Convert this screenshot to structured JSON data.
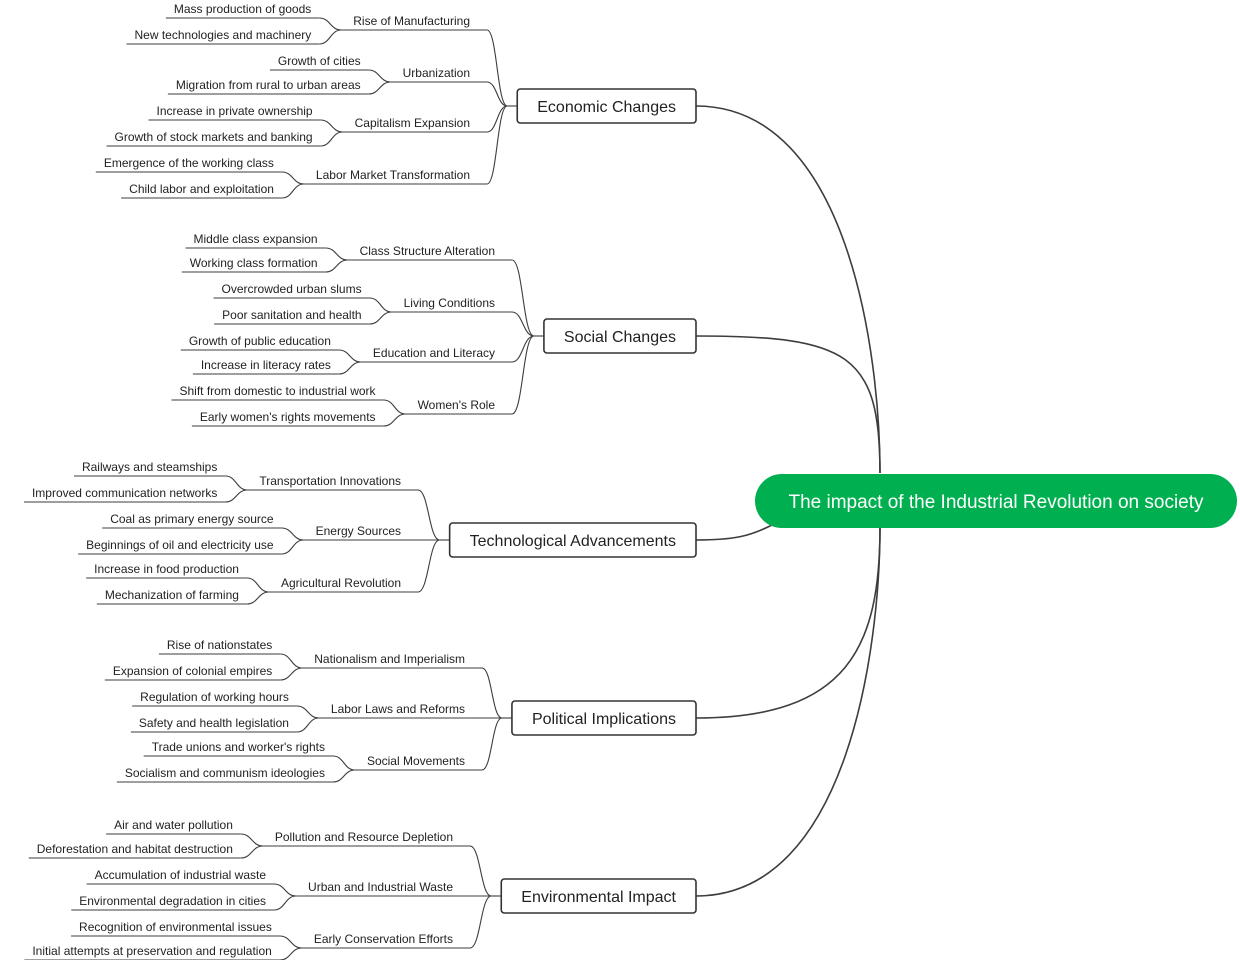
{
  "root": {
    "label": "The impact of the Industrial Revolution on society",
    "color": "#00b050"
  },
  "branches": [
    {
      "label": "Economic Changes",
      "children": [
        {
          "label": "Rise of Manufacturing",
          "children": [
            "Mass production of goods",
            "New technologies and machinery"
          ]
        },
        {
          "label": "Urbanization",
          "children": [
            "Growth of cities",
            "Migration from rural to urban areas"
          ]
        },
        {
          "label": "Capitalism Expansion",
          "children": [
            "Increase in private ownership",
            "Growth of stock markets and banking"
          ]
        },
        {
          "label": "Labor Market Transformation",
          "children": [
            "Emergence of the working class",
            "Child labor and exploitation"
          ]
        }
      ]
    },
    {
      "label": "Social Changes",
      "children": [
        {
          "label": "Class Structure Alteration",
          "children": [
            "Middle class expansion",
            "Working class formation"
          ]
        },
        {
          "label": "Living Conditions",
          "children": [
            "Overcrowded urban slums",
            "Poor sanitation and health"
          ]
        },
        {
          "label": "Education and Literacy",
          "children": [
            "Growth of public education",
            "Increase in literacy rates"
          ]
        },
        {
          "label": "Women's Role",
          "children": [
            "Shift from domestic to industrial work",
            "Early women's rights movements"
          ]
        }
      ]
    },
    {
      "label": "Technological Advancements",
      "children": [
        {
          "label": "Transportation Innovations",
          "children": [
            "Railways and steamships",
            "Improved communication networks"
          ]
        },
        {
          "label": "Energy Sources",
          "children": [
            "Coal as primary energy source",
            "Beginnings of oil and electricity use"
          ]
        },
        {
          "label": "Agricultural Revolution",
          "children": [
            "Increase in food production",
            "Mechanization of farming"
          ]
        }
      ]
    },
    {
      "label": "Political Implications",
      "children": [
        {
          "label": "Nationalism and Imperialism",
          "children": [
            "Rise of nationstates",
            "Expansion of colonial empires"
          ]
        },
        {
          "label": "Labor Laws and Reforms",
          "children": [
            "Regulation of working hours",
            "Safety and health legislation"
          ]
        },
        {
          "label": "Social Movements",
          "children": [
            "Trade unions and worker's rights",
            "Socialism and communism ideologies"
          ]
        }
      ]
    },
    {
      "label": "Environmental Impact",
      "children": [
        {
          "label": "Pollution and Resource Depletion",
          "children": [
            "Air and water pollution",
            "Deforestation and habitat destruction"
          ]
        },
        {
          "label": "Urban and Industrial Waste",
          "children": [
            "Accumulation of industrial waste",
            "Environmental degradation in cities"
          ]
        },
        {
          "label": "Early Conservation Efforts",
          "children": [
            "Recognition of environmental issues",
            "Initial attempts at preservation and regulation"
          ]
        }
      ]
    }
  ]
}
